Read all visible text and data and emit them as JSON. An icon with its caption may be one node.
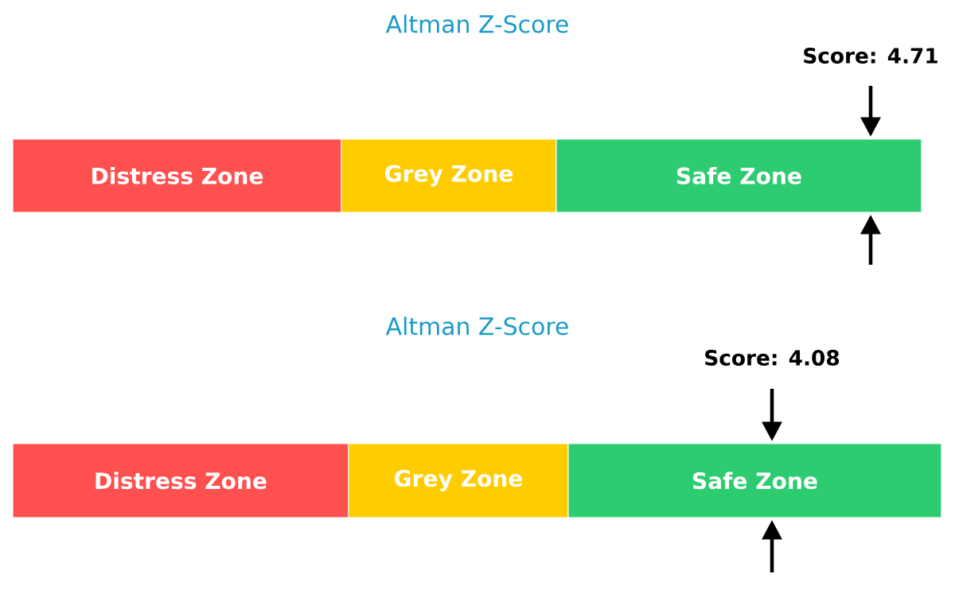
{
  "diagram": {
    "nodes": [
      {
        "text": [
          "Distress Zone"
        ]
      },
      {
        "text": [
          "Grey Zone"
        ]
      },
      {
        "text": [
          "Safe Zone"
        ]
      },
      {
        "text": [
          "Distress Zone"
        ]
      },
      {
        "text": [
          "Grey Zone"
        ]
      },
      {
        "text": [
          "Safe Zone"
        ]
      }
    ],
    "labels": [
      "Altman Z-Score",
      "Score: 4.71",
      "Altman Z-Score",
      "Score: 4.08"
    ]
  }
}
